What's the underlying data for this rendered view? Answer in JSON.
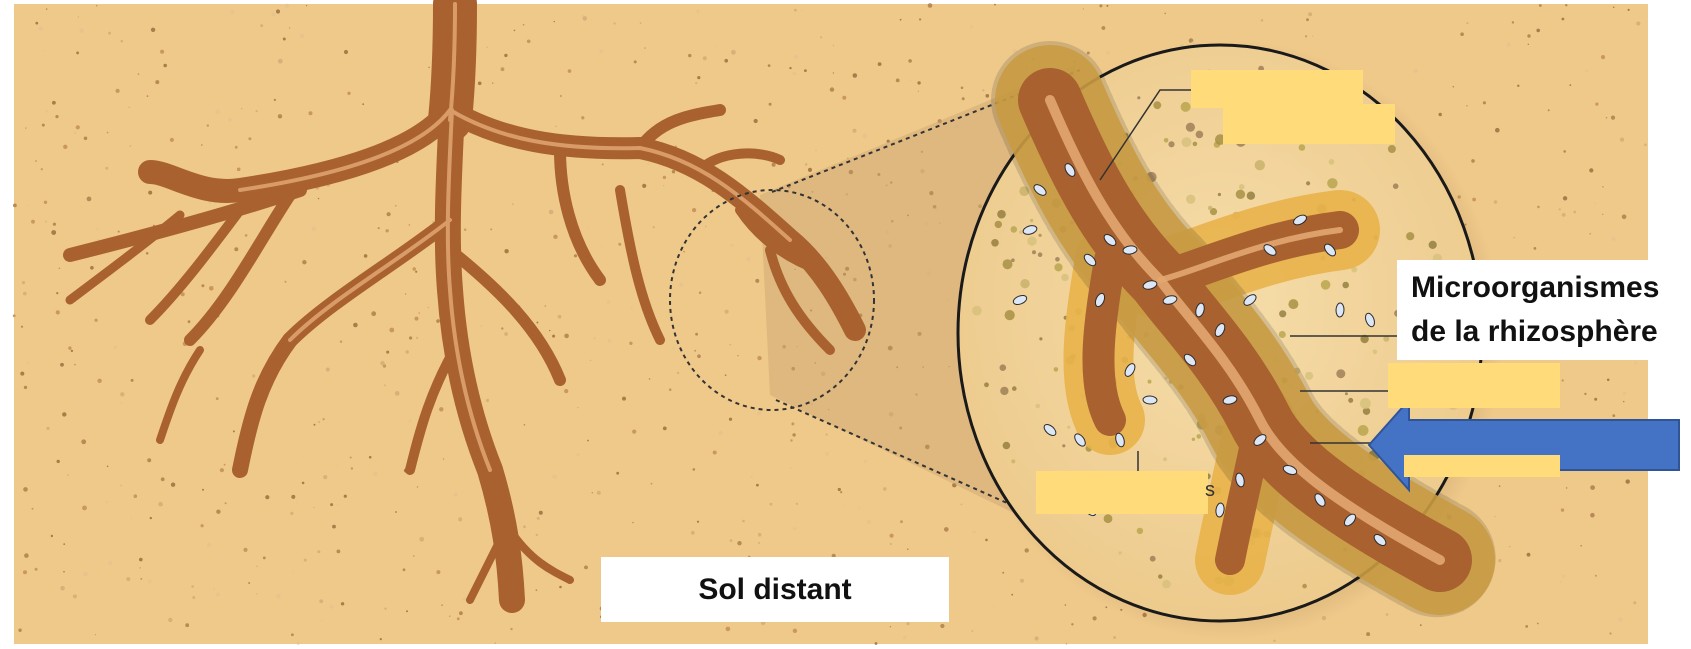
{
  "labels": {
    "distant_soil": "Sol distant",
    "microorganisms_line1": "Microorganismes",
    "microorganisms_line2": "de la rhizosphère",
    "stray_char": "s"
  },
  "colors": {
    "soil_background": "#efc98a",
    "root": "#b5703f",
    "root_highlight": "#e2a772",
    "rhizosphere_halo": "#e8b34a",
    "magnified_soil": "#f4d9a4",
    "microbe": "#dce6f5",
    "blank_label_box": "#ffdb7a",
    "arrow": "#4472c4"
  },
  "blank_label_boxes": [
    "top-label-1",
    "top-label-2",
    "middle-label",
    "lower-label",
    "bottom-left-label"
  ]
}
